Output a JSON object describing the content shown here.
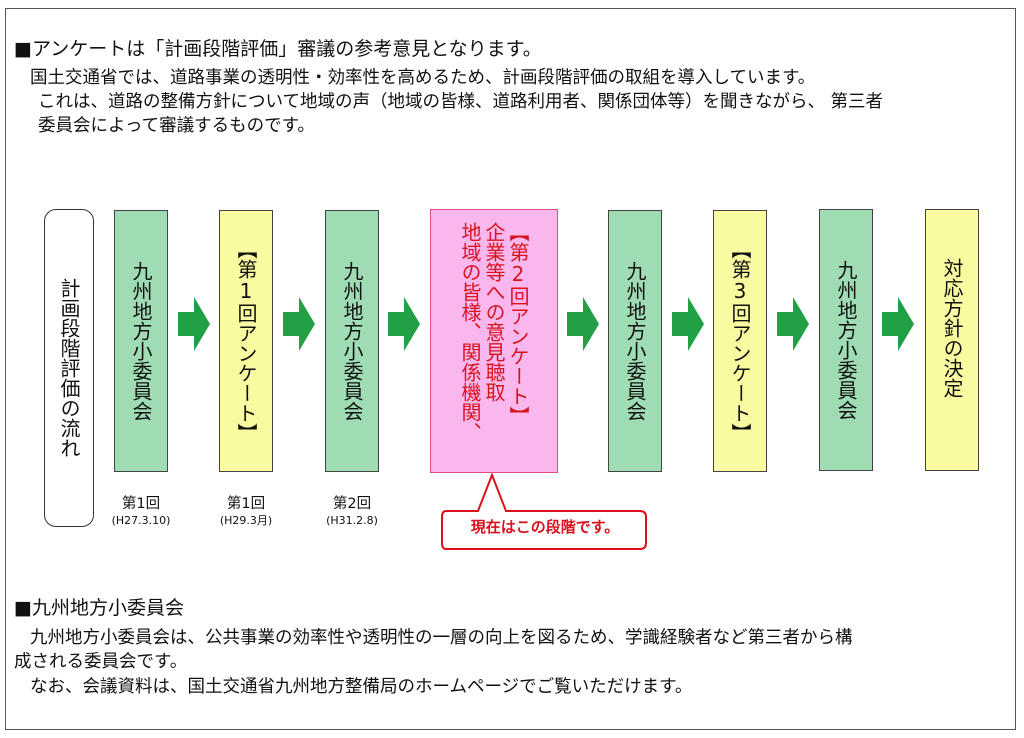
{
  "intro": {
    "heading": "■アンケートは「計画段階評価」審議の参考意見となります。",
    "line1": "国土交通省では、道路事業の透明性・効率性を高めるため、計画段階評価の取組を導入しています。",
    "line2": "これは、道路の整備方針について地域の声（地域の皆様、道路利用者、関係団体等）を聞きながら、 第三者",
    "line3": "委員会によって審議するものです。"
  },
  "flow": {
    "label": "計画段階評価の流れ",
    "steps": [
      {
        "text": "九州地方小委員会",
        "caption": "第1回",
        "date": "(H27.3.10)"
      },
      {
        "text": "【第1回アンケート】",
        "caption": "第1回",
        "date": "(H29.3月)"
      },
      {
        "text": "九州地方小委員会",
        "caption": "第2回",
        "date": "(H31.2.8)"
      },
      {
        "col1": "地域の皆様、関係機関、",
        "col2": "企業等への意見聴取",
        "col3": "【第2回アンケート】"
      },
      {
        "text": "九州地方小委員会"
      },
      {
        "text": "【第3回アンケート】"
      },
      {
        "text": "九州地方小委員会"
      },
      {
        "text": "対応方針の決定"
      }
    ],
    "callout": "現在はこの段階です。"
  },
  "committee": {
    "heading": "■九州地方小委員会",
    "line1": "九州地方小委員会は、公共事業の効率性や透明性の一層の向上を図るため、学識経験者など第三者から構",
    "line2": "成される委員会です。",
    "line3": "なお、会議資料は、国土交通省九州地方整備局のホームページでご覧いただけます。"
  },
  "colors": {
    "green_box": "#9fdcb4",
    "yellow_box": "#fafaa0",
    "pink_box": "#f9b7ee",
    "arrow_green": "#22a046",
    "callout_red": "#d9131d"
  }
}
